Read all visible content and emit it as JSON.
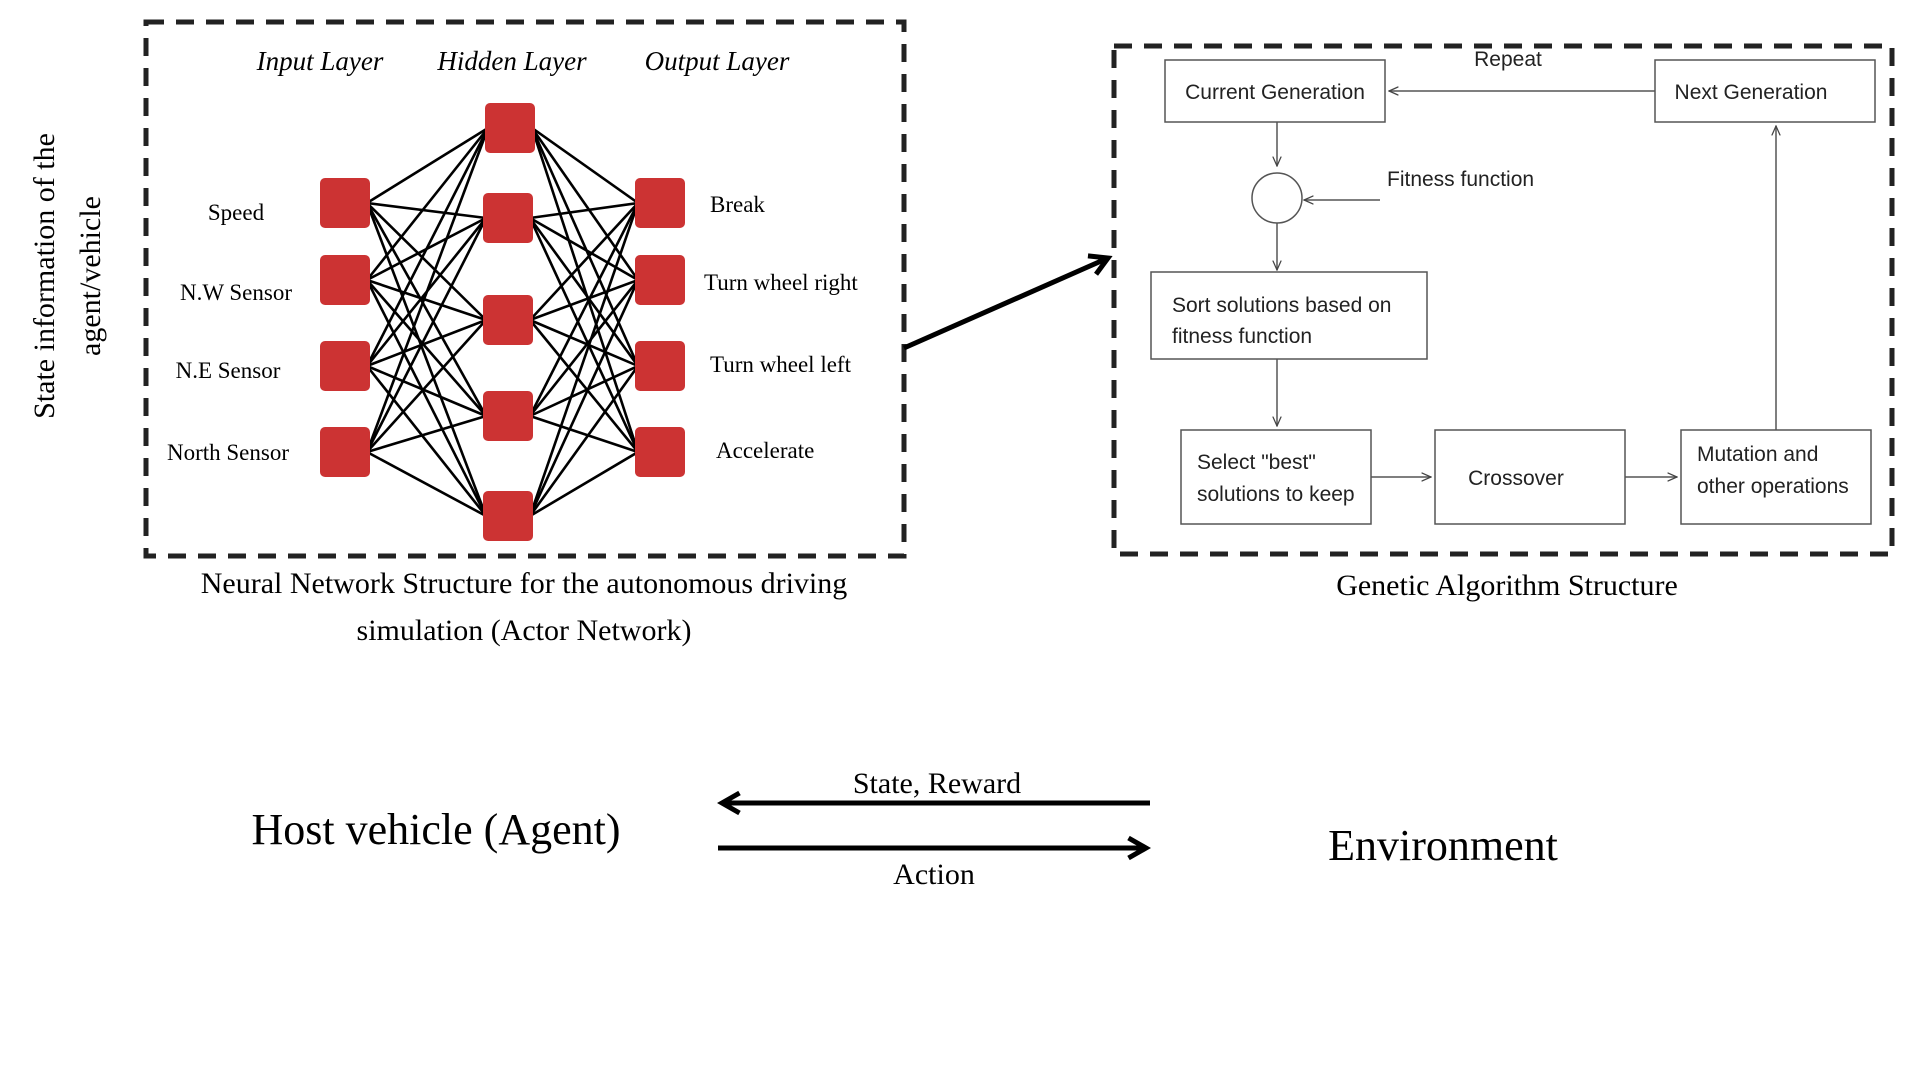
{
  "side_label": {
    "line1": "State information of the",
    "line2": "agent/vehicle"
  },
  "neural_network": {
    "layer_titles": {
      "input": "Input Layer",
      "hidden": "Hidden Layer",
      "output": "Output Layer"
    },
    "input_nodes": [
      "Speed",
      "N.W Sensor",
      "N.E Sensor",
      "North Sensor"
    ],
    "hidden_node_count": 5,
    "output_nodes": [
      "Break",
      "Turn wheel right",
      "Turn wheel left",
      "Accelerate"
    ],
    "node_color": "#cc3333",
    "caption_line1": "Neural Network Structure for the autonomous driving",
    "caption_line2": "simulation (Actor Network)"
  },
  "genetic_algorithm": {
    "current_generation": "Current Generation",
    "next_generation": "Next Generation",
    "repeat": "Repeat",
    "fitness_function": "Fitness function",
    "sort_line1": "Sort solutions based on",
    "sort_line2": "fitness function",
    "select_line1": "Select \"best\"",
    "select_line2": "solutions to keep",
    "crossover": "Crossover",
    "mutation_line1": "Mutation and",
    "mutation_line2": "other operations",
    "caption": "Genetic Algorithm Structure"
  },
  "rl_loop": {
    "agent": "Host vehicle (Agent)",
    "environment": "Environment",
    "top_arrow_label": "State, Reward",
    "bottom_arrow_label": "Action"
  }
}
